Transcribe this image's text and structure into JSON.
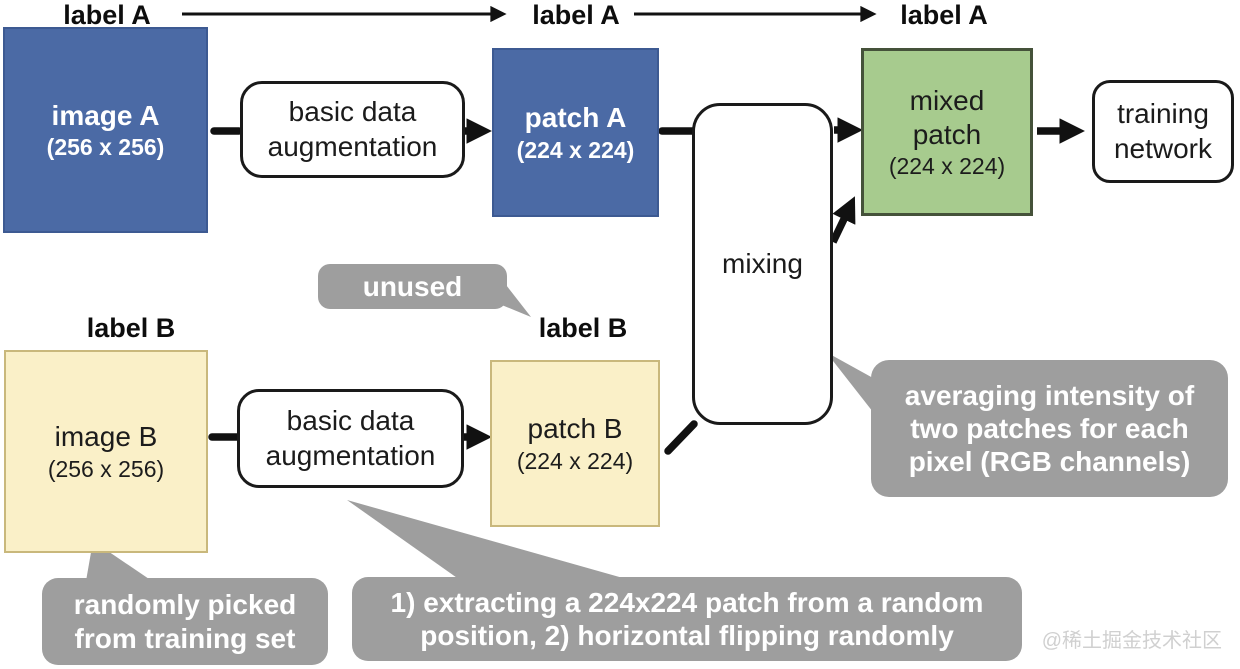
{
  "flow": {
    "row_a": {
      "label_1": "label A",
      "label_2": "label A",
      "label_3": "label A",
      "image_a": {
        "name": "image A",
        "size": "(256 x 256)"
      },
      "basic_aug": "basic data\naugmentation",
      "patch_a": {
        "name": "patch A",
        "size": "(224 x 224)"
      },
      "mixing": "mixing",
      "mixed_patch": {
        "name": "mixed\npatch",
        "size": "(224 x 224)"
      },
      "training_network": "training\nnetwork"
    },
    "row_b": {
      "label_1": "label B",
      "label_2": "label B",
      "image_b": {
        "name": "image B",
        "size": "(256 x 256)"
      },
      "basic_aug": "basic data\naugmentation",
      "patch_b": {
        "name": "patch B",
        "size": "(224 x 224)"
      }
    },
    "callouts": {
      "unused": "unused",
      "randomly_picked": "randomly picked\nfrom training set",
      "extracting": "1) extracting a 224x224 patch from a random\nposition, 2) horizontal flipping randomly",
      "averaging": "averaging intensity of\ntwo patches for each\npixel (RGB channels)"
    },
    "watermark": "@稀土掘金技术社区",
    "colors": {
      "image_blue": "#4b6aa5",
      "patch_yellow": "#faf0c8",
      "yellow_border": "#c9b87c",
      "mixed_green": "#a7cb8e",
      "green_border": "#45523a",
      "callout_gray": "#9e9e9e",
      "arrow_black": "#111111"
    }
  }
}
